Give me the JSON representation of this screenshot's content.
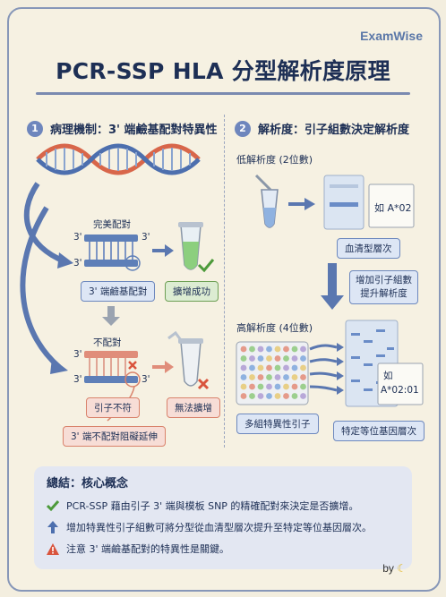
{
  "brand": "ExamWise",
  "title": "PCR-SSP HLA 分型解析度原理",
  "left": {
    "number": "1",
    "heading": "病理機制：3' 端鹼基配對特異性",
    "match_label": "完美配對",
    "prime": "3'",
    "match_pill": "3' 端鹼基配對",
    "amplify_pill": "擴增成功",
    "mismatch_label": "不配對",
    "primer_mismatch_pill": "引子不符",
    "no_amplify_pill": "無法擴增",
    "block_pill": "3' 端不配對阻礙延伸"
  },
  "right": {
    "number": "2",
    "heading": "解析度：引子組數決定解析度",
    "low_label": "低解析度 (2位數)",
    "low_example": "如 A*02",
    "low_pill": "血清型層次",
    "increase_pill_line1": "增加引子組數",
    "increase_pill_line2": "提升解析度",
    "high_label": "高解析度 (4位數)",
    "high_example_line1": "如",
    "high_example_line2": "A*02:01",
    "multi_pill": "多組特異性引子",
    "allele_pill": "特定等位基因層次"
  },
  "summary": {
    "title": "總結：核心概念",
    "points": [
      {
        "icon": "check-icon",
        "text": "PCR-SSP 藉由引子 3' 端與模板 SNP 的精確配對來決定是否擴增。"
      },
      {
        "icon": "up-arrow-icon",
        "text": "增加特異性引子組數可將分型從血清型層次提升至特定等位基因層次。"
      },
      {
        "icon": "warning-icon",
        "text": "注意 3' 端鹼基配對的特異性是關鍵。"
      }
    ]
  },
  "by_label": "by",
  "colors": {
    "accent": "#6e86bd",
    "green": "#6ea055",
    "red": "#d9826b",
    "title": "#1d2f55"
  }
}
